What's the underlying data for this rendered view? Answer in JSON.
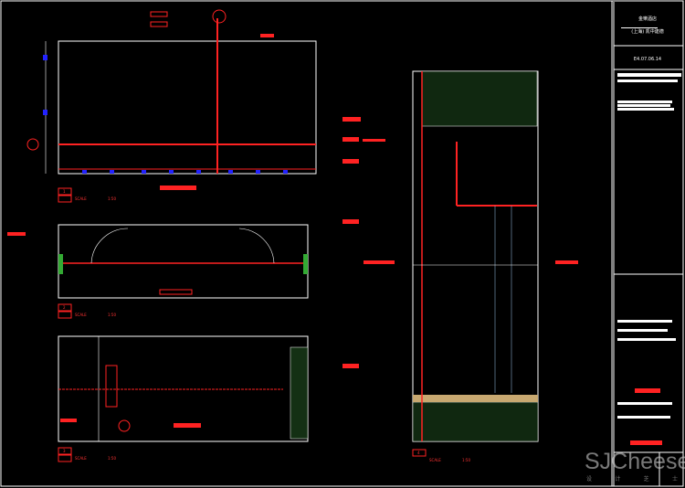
{
  "title_block": {
    "project_line1": "金樂酒店",
    "project_line2": "(上海) 凯中建德",
    "drawing_number": "E4.07.06.14"
  },
  "views": [
    {
      "number": "1",
      "scale_label": "SCALE",
      "scale": "1:50"
    },
    {
      "number": "2",
      "scale_label": "SCALE",
      "scale": "1:50"
    },
    {
      "number": "3",
      "scale_label": "SCALE",
      "scale": "1:50"
    },
    {
      "number": "4",
      "scale_label": "SCALE",
      "scale": "1:50"
    }
  ],
  "watermark": {
    "brand": "SJCheese",
    "chars": [
      "设",
      "计",
      "芝",
      "士"
    ]
  },
  "colors": {
    "line_red": "#ff2020",
    "line_white": "#ffffff",
    "blue": "#1a1aff",
    "green": "#2a5a2a",
    "tan": "#c8a870"
  }
}
